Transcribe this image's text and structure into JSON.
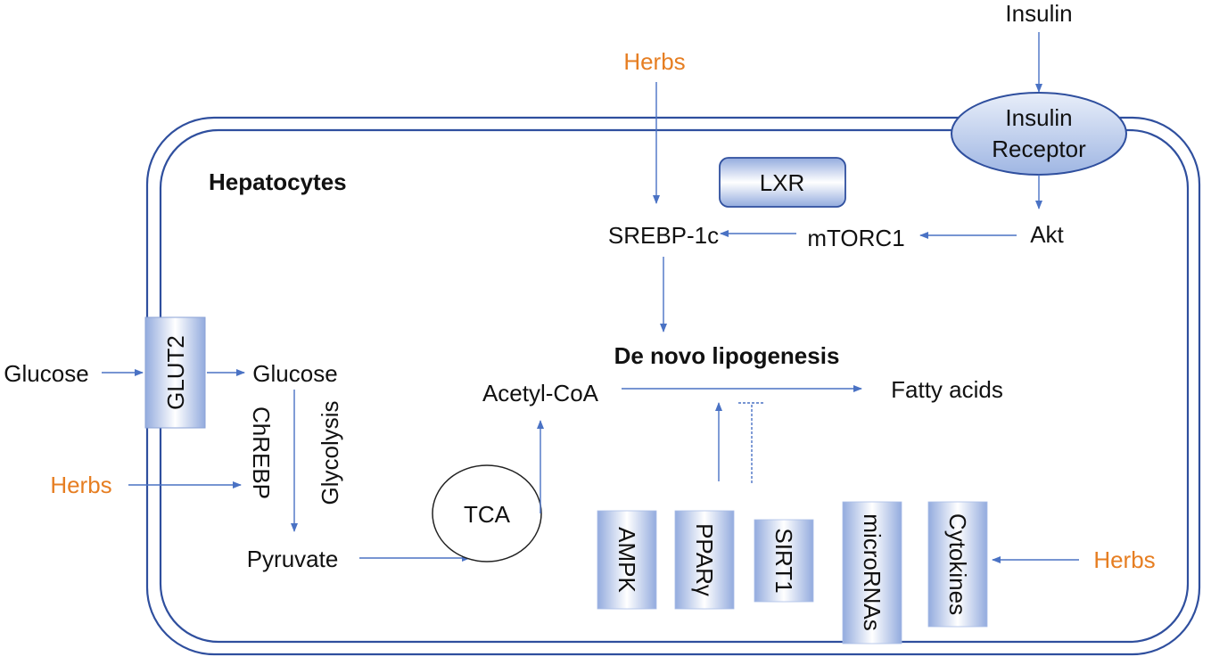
{
  "title": "Hepatocytes",
  "labels": {
    "insulin": "Insulin",
    "insulin_receptor_line1": "Insulin",
    "insulin_receptor_line2": "Receptor",
    "herbs_top": "Herbs",
    "herbs_left": "Herbs",
    "herbs_right": "Herbs",
    "lxr": "LXR",
    "srebp": "SREBP-1c",
    "mtorc1": "mTORC1",
    "akt": "Akt",
    "glut2": "GLUT2",
    "glucose_outside": "Glucose",
    "glucose_inside": "Glucose",
    "chrebp": "ChREBP",
    "glycolysis": "Glycolysis",
    "pyruvate": "Pyruvate",
    "tca": "TCA",
    "acetyl_coa": "Acetyl-CoA",
    "de_novo": "De novo lipogenesis",
    "fatty_acids": "Fatty acids",
    "ampk": "AMPK",
    "ppar": "PPARγ",
    "sirt1": "SIRT1",
    "micrornas": "microRNAs",
    "cytokines": "Cytokines"
  },
  "colors": {
    "arrow": "#4a72c4",
    "membrane": "#2f4f9e",
    "herbs": "#e67e22",
    "box_fill_dark": "#93abde",
    "box_fill_light": "#ffffff"
  }
}
